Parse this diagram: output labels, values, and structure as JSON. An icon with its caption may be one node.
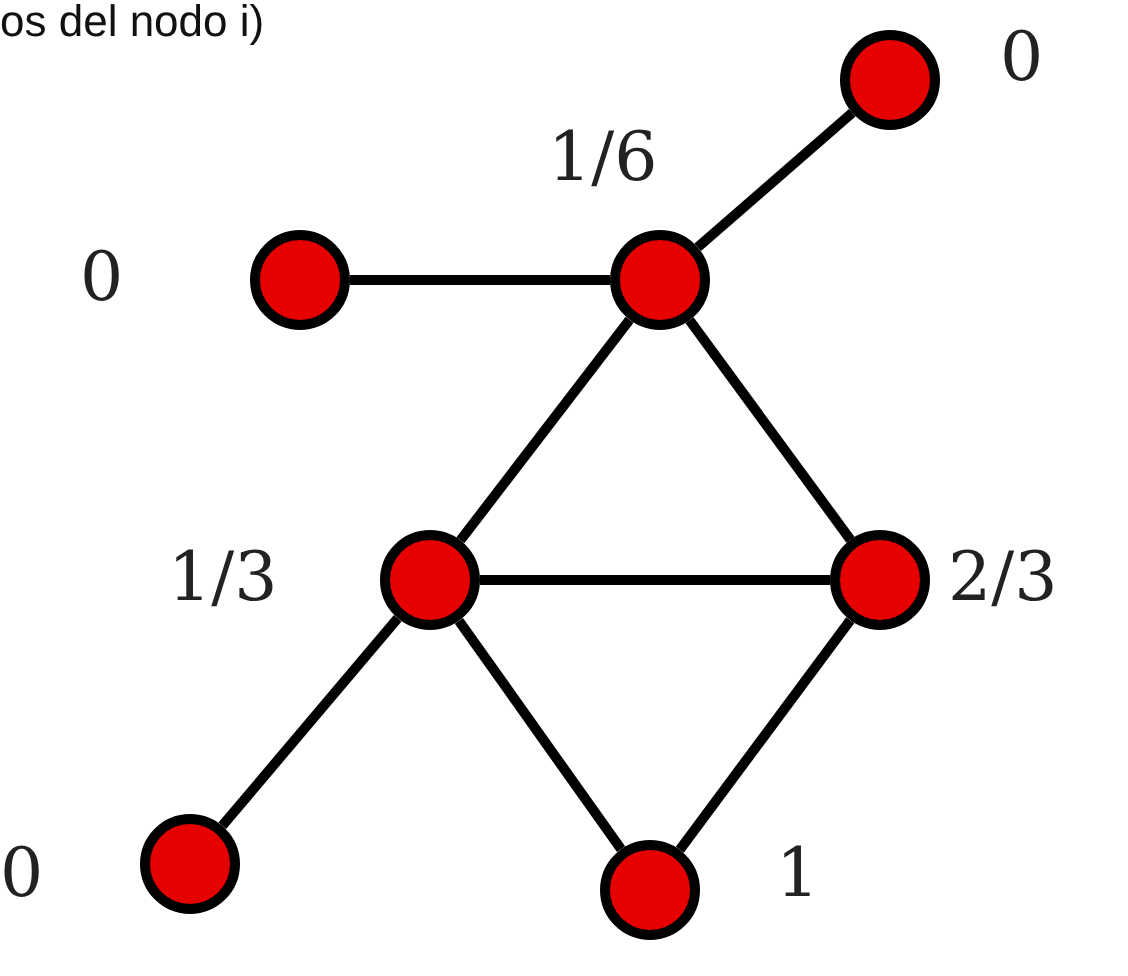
{
  "diagram": {
    "nodes": [
      {
        "text": [],
        "shape": "circle",
        "beside": [
          "0"
        ]
      },
      {
        "text": [],
        "shape": "circle",
        "beside": [
          "1/6"
        ]
      },
      {
        "text": [],
        "shape": "circle",
        "beside": [
          "0"
        ]
      },
      {
        "text": [],
        "shape": "circle",
        "beside": [
          "1/3"
        ]
      },
      {
        "text": [],
        "shape": "circle",
        "beside": [
          "2/3"
        ]
      },
      {
        "text": [],
        "shape": "circle",
        "beside": [
          "0"
        ]
      },
      {
        "text": [],
        "shape": "circle",
        "beside": [
          "1"
        ]
      }
    ],
    "edges": [
      {
        "from": 2,
        "to": 1,
        "arrow": "none"
      },
      {
        "from": 1,
        "to": 0,
        "arrow": "none"
      },
      {
        "from": 1,
        "to": 3,
        "arrow": "none"
      },
      {
        "from": 1,
        "to": 4,
        "arrow": "none"
      },
      {
        "from": 3,
        "to": 4,
        "arrow": "none"
      },
      {
        "from": 3,
        "to": 5,
        "arrow": "none"
      },
      {
        "from": 3,
        "to": 6,
        "arrow": "none"
      },
      {
        "from": 4,
        "to": 6,
        "arrow": "none"
      }
    ],
    "labels": [
      "os del nodo i)"
    ]
  }
}
